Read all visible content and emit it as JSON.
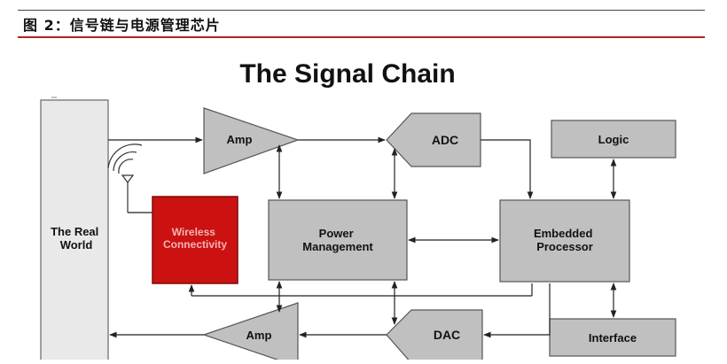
{
  "caption": "图 2：信号链与电源管理芯片",
  "diagram": {
    "title": "The  Signal Chain",
    "nodes": {
      "real_world": [
        "The Real",
        "World"
      ],
      "wireless": [
        "Wireless",
        "Connectivity"
      ],
      "amp_top": "Amp",
      "adc": "ADC",
      "power": [
        "Power",
        "Management"
      ],
      "processor": [
        "Embedded",
        "Processor"
      ],
      "logic": "Logic",
      "amp_bottom": "Amp",
      "dac": "DAC",
      "interface": "Interface"
    },
    "colors": {
      "block_fill": "#c0c0c0",
      "block_stroke": "#555555",
      "wireless_fill": "#cc1111",
      "wireless_text": "#f2b5b5",
      "line": "#222222"
    }
  }
}
